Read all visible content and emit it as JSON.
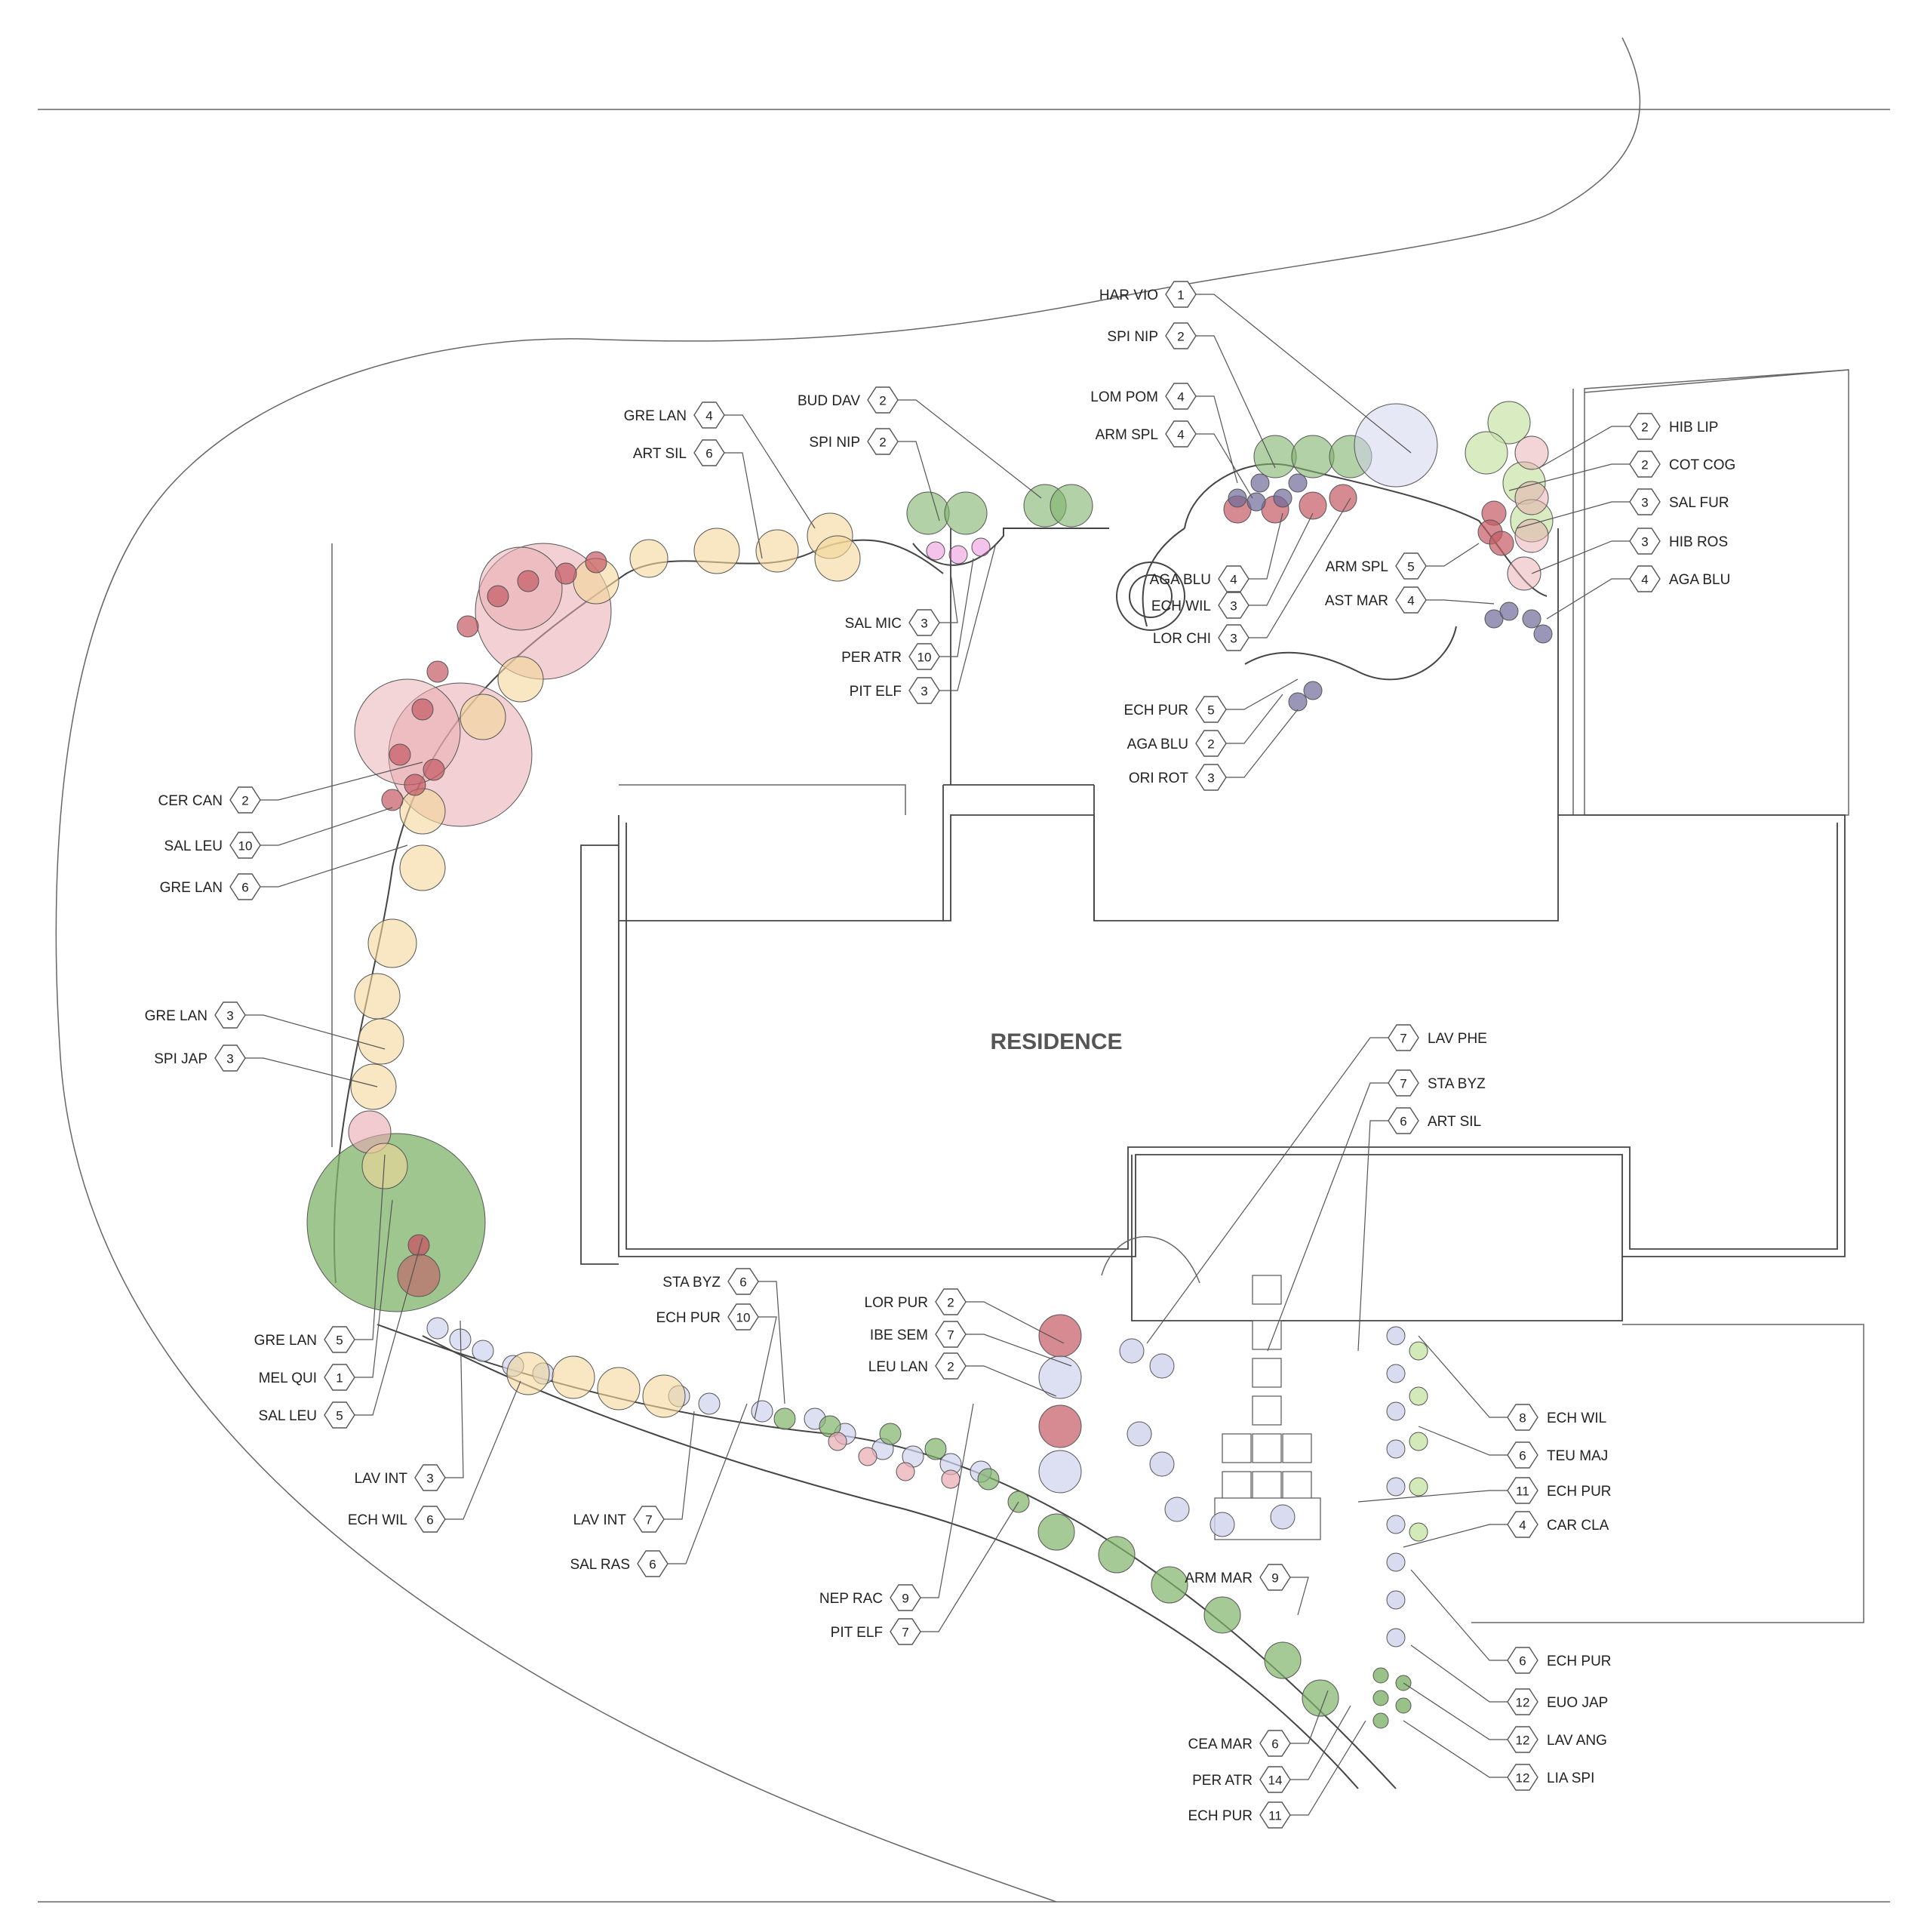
{
  "residence_label": "RESIDENCE",
  "colors": {
    "pink": "#e8a9b0",
    "red": "#c45a64",
    "yellow": "#f3d79a",
    "green": "#7fb36a",
    "lightgreen": "#c7e3a6",
    "purple": "#6e6a9a",
    "lavender": "#cfd2ee",
    "magenta": "#e46ad0"
  },
  "callouts": [
    {
      "code": "HAR VIO",
      "qty": "1"
    },
    {
      "code": "SPI NIP",
      "qty": "2"
    },
    {
      "code": "LOM POM",
      "qty": "4"
    },
    {
      "code": "ARM SPL",
      "qty": "4"
    },
    {
      "code": "BUD DAV",
      "qty": "2"
    },
    {
      "code": "SPI NIP",
      "qty": "2"
    },
    {
      "code": "GRE LAN",
      "qty": "4"
    },
    {
      "code": "ART SIL",
      "qty": "6"
    },
    {
      "code": "HIB LIP",
      "qty": "2"
    },
    {
      "code": "COT COG",
      "qty": "2"
    },
    {
      "code": "SAL FUR",
      "qty": "3"
    },
    {
      "code": "HIB ROS",
      "qty": "3"
    },
    {
      "code": "AGA BLU",
      "qty": "4"
    },
    {
      "code": "ARM SPL",
      "qty": "5"
    },
    {
      "code": "AST MAR",
      "qty": "4"
    },
    {
      "code": "AGA BLU",
      "qty": "4"
    },
    {
      "code": "ECH WIL",
      "qty": "3"
    },
    {
      "code": "LOR CHI",
      "qty": "3"
    },
    {
      "code": "SAL MIC",
      "qty": "3"
    },
    {
      "code": "PER ATR",
      "qty": "10"
    },
    {
      "code": "PIT ELF",
      "qty": "3"
    },
    {
      "code": "ECH PUR",
      "qty": "5"
    },
    {
      "code": "AGA BLU",
      "qty": "2"
    },
    {
      "code": "ORI ROT",
      "qty": "3"
    },
    {
      "code": "CER CAN",
      "qty": "2"
    },
    {
      "code": "SAL LEU",
      "qty": "10"
    },
    {
      "code": "GRE LAN",
      "qty": "6"
    },
    {
      "code": "GRE LAN",
      "qty": "3"
    },
    {
      "code": "SPI JAP",
      "qty": "3"
    },
    {
      "code": "LAV PHE",
      "qty": "7"
    },
    {
      "code": "STA BYZ",
      "qty": "7"
    },
    {
      "code": "ART SIL",
      "qty": "6"
    },
    {
      "code": "STA BYZ",
      "qty": "6"
    },
    {
      "code": "ECH PUR",
      "qty": "10"
    },
    {
      "code": "LOR PUR",
      "qty": "2"
    },
    {
      "code": "IBE SEM",
      "qty": "7"
    },
    {
      "code": "LEU LAN",
      "qty": "2"
    },
    {
      "code": "GRE LAN",
      "qty": "5"
    },
    {
      "code": "MEL QUI",
      "qty": "1"
    },
    {
      "code": "SAL LEU",
      "qty": "5"
    },
    {
      "code": "LAV INT",
      "qty": "3"
    },
    {
      "code": "ECH WIL",
      "qty": "6"
    },
    {
      "code": "LAV INT",
      "qty": "7"
    },
    {
      "code": "SAL RAS",
      "qty": "6"
    },
    {
      "code": "NEP RAC",
      "qty": "9"
    },
    {
      "code": "PIT ELF",
      "qty": "7"
    },
    {
      "code": "ECH WIL",
      "qty": "8"
    },
    {
      "code": "TEU MAJ",
      "qty": "6"
    },
    {
      "code": "ECH PUR",
      "qty": "11"
    },
    {
      "code": "CAR CLA",
      "qty": "4"
    },
    {
      "code": "ARM MAR",
      "qty": "9"
    },
    {
      "code": "ECH PUR",
      "qty": "6"
    },
    {
      "code": "EUO JAP",
      "qty": "12"
    },
    {
      "code": "LAV ANG",
      "qty": "12"
    },
    {
      "code": "LIA SPI",
      "qty": "12"
    },
    {
      "code": "CEA MAR",
      "qty": "6"
    },
    {
      "code": "PER ATR",
      "qty": "14"
    },
    {
      "code": "ECH PUR",
      "qty": "11"
    }
  ]
}
